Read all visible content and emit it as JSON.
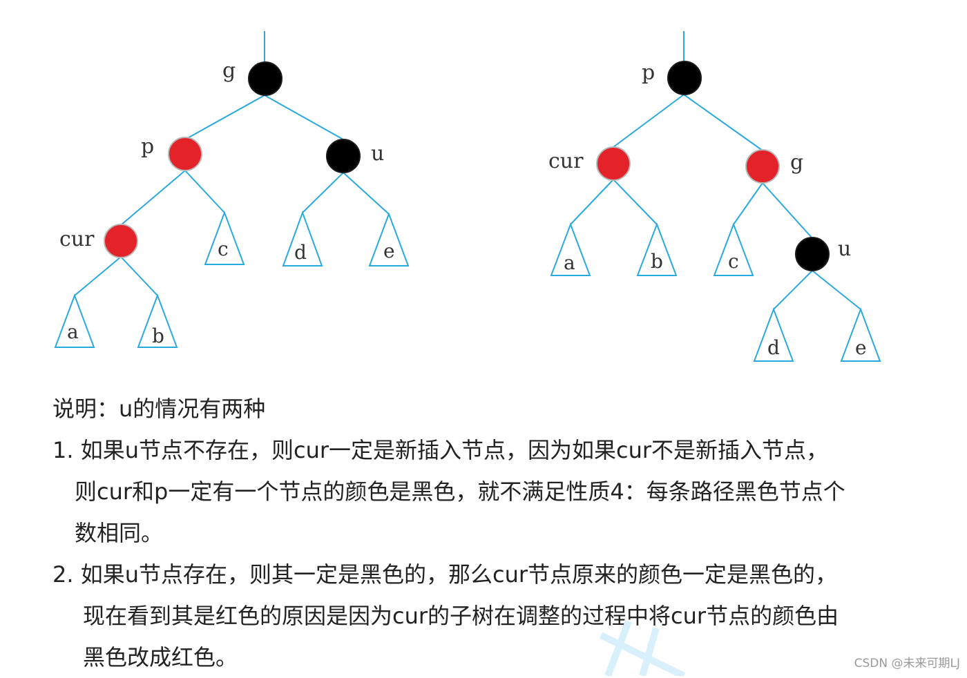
{
  "left_tree": {
    "nodes": {
      "g": "g",
      "p": "p",
      "u": "u",
      "cur": "cur"
    },
    "subtrees": [
      "a",
      "b",
      "c",
      "d",
      "e"
    ]
  },
  "right_tree": {
    "nodes": {
      "p": "p",
      "cur": "cur",
      "g": "g",
      "u": "u"
    },
    "subtrees": [
      "a",
      "b",
      "c",
      "d",
      "e"
    ]
  },
  "node_colors": {
    "black": "#000000",
    "red": "#e32229",
    "edge": "#2aa9de"
  },
  "explanation": {
    "title": "说明：u的情况有两种",
    "item1_line1": "1. 如果u节点不存在，则cur一定是新插入节点，因为如果cur不是新插入节点，",
    "item1_line2": "则cur和p一定有一个节点的颜色是黑色，就不满足性质4：每条路径黑色节点个",
    "item1_line3": "数相同。",
    "item2_line1": "2. 如果u节点存在，则其一定是黑色的，那么cur节点原来的颜色一定是黑色的，",
    "item2_line2": "现在看到其是红色的原因是因为cur的子树在调整的过程中将cur节点的颜色由",
    "item2_line3": "黑色改成红色。"
  },
  "watermark": "CSDN @未来可期LJ"
}
